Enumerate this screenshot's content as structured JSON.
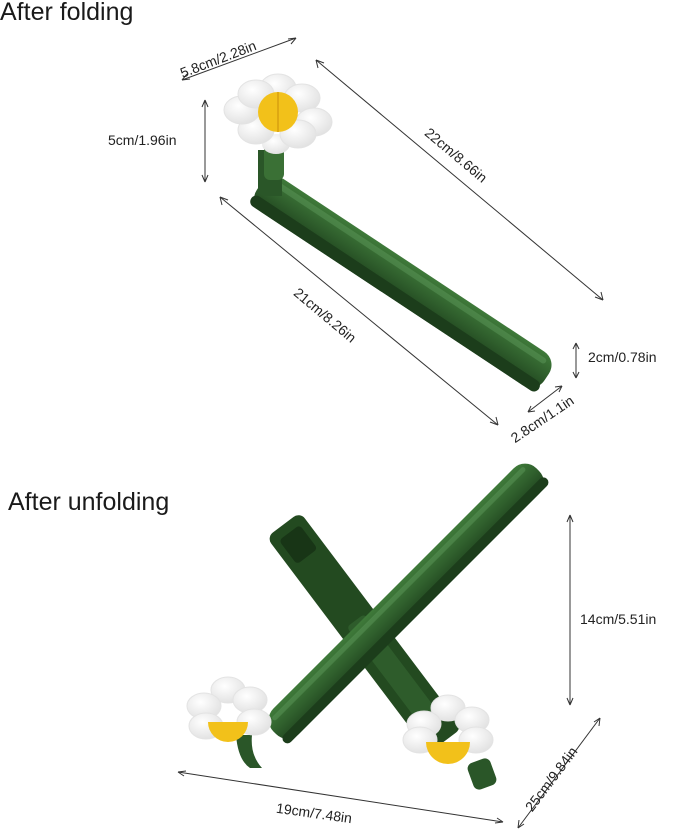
{
  "headings": {
    "folded": "After folding",
    "unfolded": "After unfolding"
  },
  "folded_dimensions": {
    "flower_width": "5.8cm/2.28in",
    "flower_height": "5cm/1.96in",
    "total_length": "22cm/8.66in",
    "bar_length": "21cm/8.26in",
    "bar_height": "2cm/0.78in",
    "bar_width": "2.8cm/1.1in"
  },
  "unfolded_dimensions": {
    "height": "14cm/5.51in",
    "width": "19cm/7.48in",
    "depth": "25cm/9.84in"
  },
  "colors": {
    "clip_green": "#2f5e2c",
    "clip_dark_green": "#1f4420",
    "flower_petal": "#ffffff",
    "flower_center": "#f2c11a",
    "dimension_line": "#333333"
  }
}
